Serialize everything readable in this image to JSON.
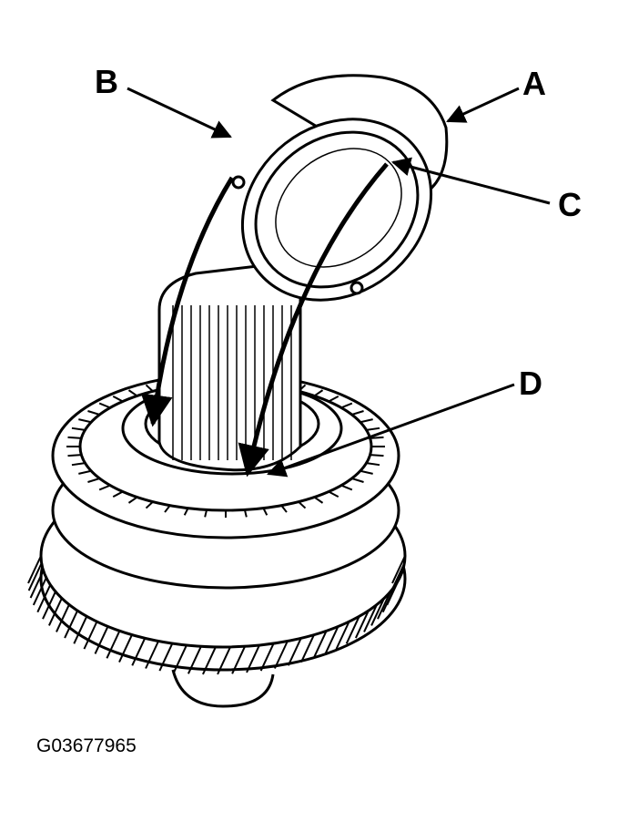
{
  "figure": {
    "id": "G03677965",
    "callouts": {
      "a": "A",
      "b": "B",
      "c": "C",
      "d": "D"
    }
  },
  "colors": {
    "ink": "#000000",
    "paper": "#ffffff"
  }
}
